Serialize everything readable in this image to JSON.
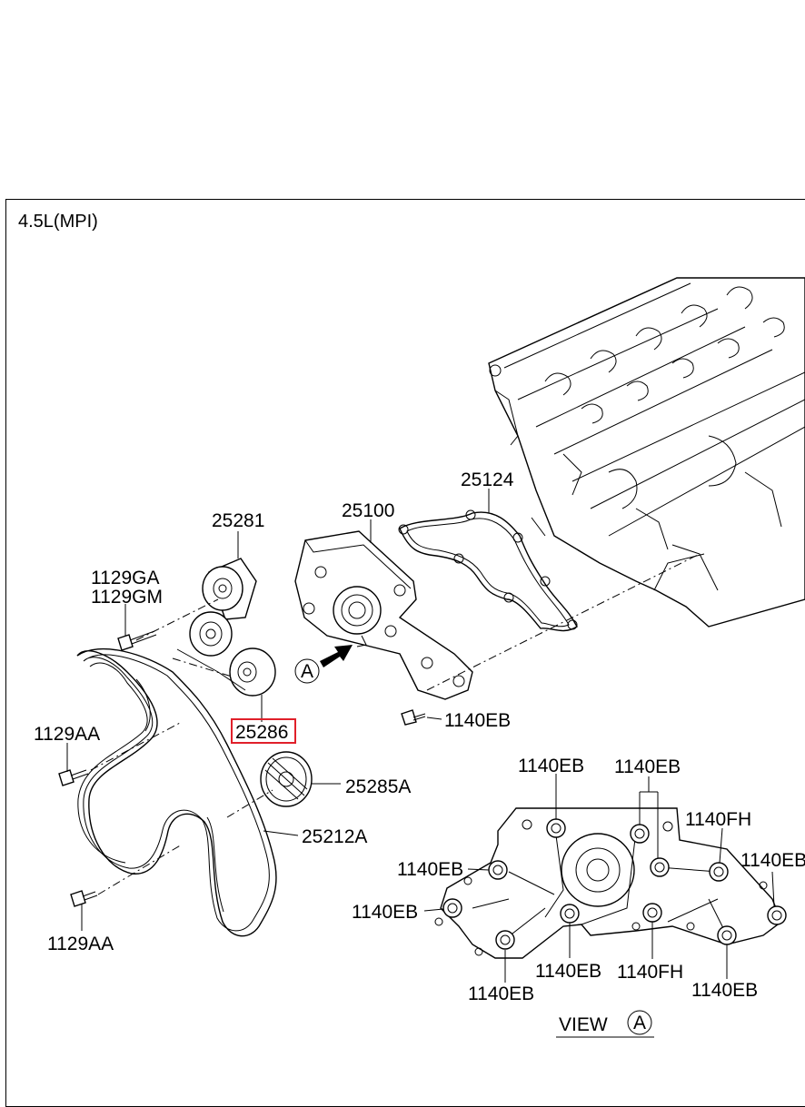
{
  "engine_variant": "4.5L(MPI)",
  "view_label": "VIEW",
  "view_marker": "A",
  "arrow_marker": "A",
  "highlight_color": "#e0202a",
  "parts": {
    "p25281": "25281",
    "p1129GA": "1129GA",
    "p1129GM": "1129GM",
    "p25286": "25286",
    "p1129AA_upper": "1129AA",
    "p1129AA_lower": "1129AA",
    "p25285A": "25285A",
    "p25212A": "25212A",
    "p25100": "25100",
    "p25124": "25124",
    "p1140EB_bolt": "1140EB"
  },
  "view_callouts": {
    "c1": "1140EB",
    "c2": "1140EB",
    "c3": "1140FH",
    "c4": "1140EB",
    "c5": "1140EB",
    "c6": "1140EB",
    "c7": "1140EB",
    "c8": "1140FH",
    "c9": "1140EB",
    "c10": "1140EB"
  }
}
